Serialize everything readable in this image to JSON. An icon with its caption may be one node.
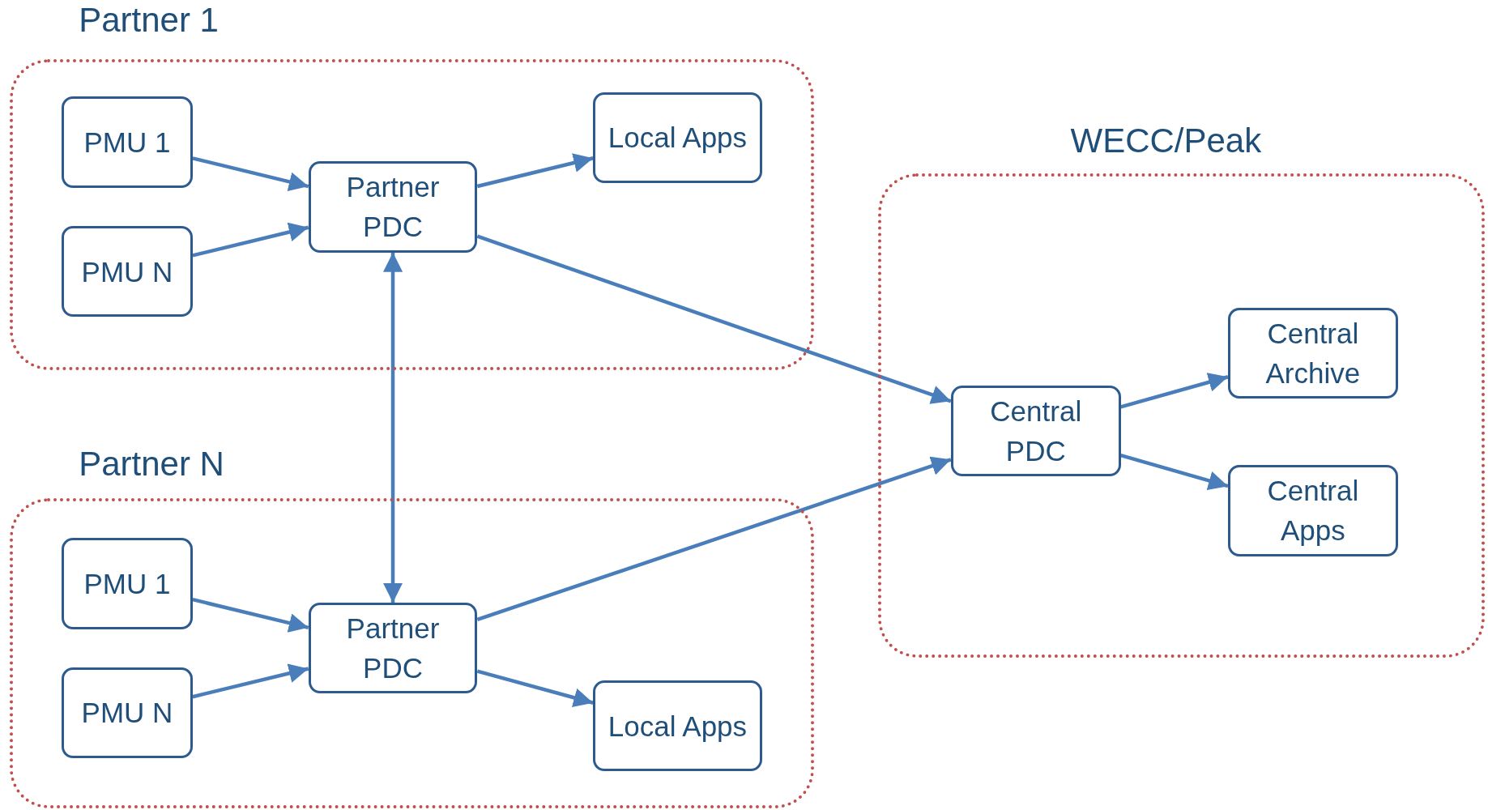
{
  "diagram": {
    "nodes": [
      {
        "text": [
          "Partner 1"
        ]
      },
      {
        "text": [
          "PMU 1"
        ],
        "in": 0
      },
      {
        "text": [
          "PMU N"
        ],
        "in": 0
      },
      {
        "text": [
          "Partner PDC"
        ],
        "in": 0
      },
      {
        "text": [
          "Local Apps"
        ],
        "in": 0
      },
      {
        "text": [
          "Partner N"
        ]
      },
      {
        "text": [
          "PMU 1"
        ],
        "in": 5
      },
      {
        "text": [
          "PMU N"
        ],
        "in": 5
      },
      {
        "text": [
          "Partner PDC"
        ],
        "in": 5
      },
      {
        "text": [
          "Local Apps"
        ],
        "in": 5
      },
      {
        "text": [
          "WECC/Peak"
        ]
      },
      {
        "text": [
          "Central PDC"
        ],
        "in": 10
      },
      {
        "text": [
          "Central Archive"
        ],
        "in": 10
      },
      {
        "text": [
          "Central Apps"
        ],
        "in": 10
      }
    ],
    "edges": [
      {
        "from": 1,
        "to": 3,
        "arrow": "to"
      },
      {
        "from": 2,
        "to": 3,
        "arrow": "to"
      },
      {
        "from": 3,
        "to": 4,
        "arrow": "to"
      },
      {
        "from": 3,
        "to": 11,
        "arrow": "to"
      },
      {
        "from": 3,
        "to": 8,
        "arrow": "both"
      },
      {
        "from": 6,
        "to": 8,
        "arrow": "to"
      },
      {
        "from": 7,
        "to": 8,
        "arrow": "to"
      },
      {
        "from": 8,
        "to": 9,
        "arrow": "to"
      },
      {
        "from": 8,
        "to": 11,
        "arrow": "to"
      },
      {
        "from": 11,
        "to": 12,
        "arrow": "to"
      },
      {
        "from": 11,
        "to": 13,
        "arrow": "to"
      }
    ]
  }
}
